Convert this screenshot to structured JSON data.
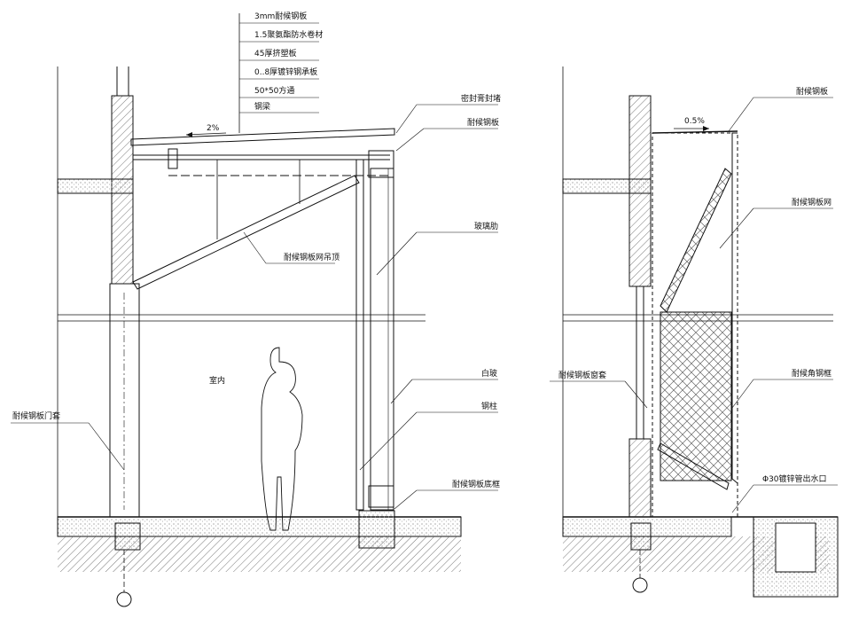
{
  "left_section": {
    "layer_callouts": [
      "3mm耐候钢板",
      "1.5聚氨酯防水卷材",
      "45厚挤塑板",
      "0..8厚镀锌钢承板",
      "50*50方通",
      "钢梁"
    ],
    "slope": "2%",
    "labels": {
      "seal": "密封膏封堵",
      "steel_plate": "耐候钢板",
      "ceiling": "耐候钢板网吊顶",
      "glass_fin": "玻璃肋",
      "glass": "白玻",
      "column": "钢柱",
      "door_jamb": "耐候钢板门套",
      "base_frame": "耐候钢板底框",
      "indoor": "室内"
    }
  },
  "right_section": {
    "slope": "0.5%",
    "labels": {
      "steel_plate": "耐候钢板",
      "mesh": "耐候钢板网",
      "window_sleeve": "耐候钢板窗套",
      "angle_frame": "耐候角钢框",
      "outlet": "Φ30镀锌管出水口"
    }
  }
}
